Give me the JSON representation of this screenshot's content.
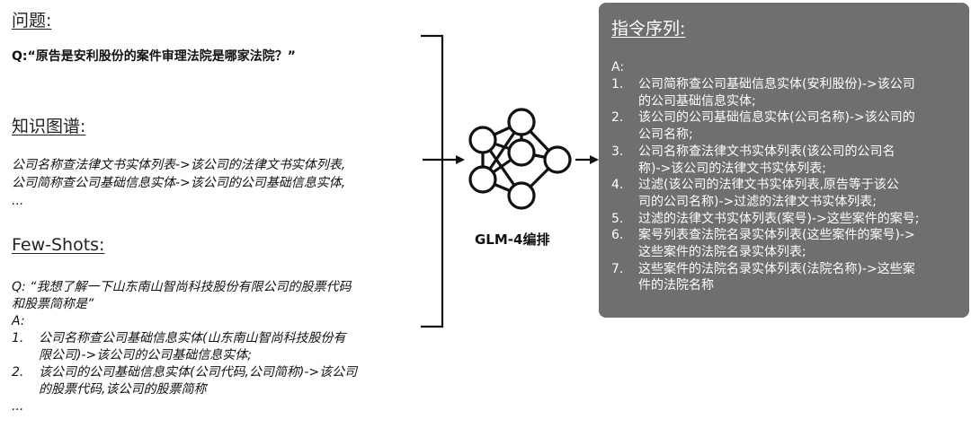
{
  "left": {
    "question_heading": "问题:",
    "question": "Q:“原告是安利股份的案件审理法院是哪家法院？”",
    "kg_heading": "知识图谱:",
    "kg_lines": [
      "公司名称查法律文书实体列表->该公司的法律文书实体列表,",
      "公司简称查公司基础信息实体->该公司的公司基础信息实体,",
      "..."
    ],
    "fewshot_heading": "Few-Shots:",
    "fewshot_q_line1": "Q: “我想了解一下山东南山智尚科技股份有限公司的股票代码",
    "fewshot_q_line2": "和股票简称是”",
    "fewshot_a": "A:",
    "fewshot_items": [
      {
        "num": "1.",
        "lines": [
          "公司名称查公司基础信息实体(山东南山智尚科技股份有",
          "限公司)->该公司的公司基础信息实体;"
        ]
      },
      {
        "num": "2.",
        "lines": [
          "该公司的公司基础信息实体(公司代码,公司简称)->该公司",
          "的股票代码,该公司的股票简称"
        ]
      }
    ],
    "fewshot_ellipsis": "..."
  },
  "model": {
    "label": "GLM-4编排",
    "icon": "neural-network-icon"
  },
  "panel": {
    "title": "指令序列:",
    "a": "A:",
    "background": "#6f6f6f",
    "items": [
      {
        "num": "1.",
        "lines": [
          "公司简称查公司基础信息实体(安利股份)->该公司",
          "的公司基础信息实体;"
        ]
      },
      {
        "num": "2.",
        "lines": [
          "该公司的公司基础信息实体(公司名称)->该公司的",
          "公司名称;"
        ]
      },
      {
        "num": "3.",
        "lines": [
          "公司名称查法律文书实体列表(该公司的公司名",
          "称)->该公司的法律文书实体列表;"
        ]
      },
      {
        "num": "4.",
        "lines": [
          "过滤(该公司的法律文书实体列表,原告等于该公",
          "司的公司名称)->过滤的法律文书实体列表;"
        ]
      },
      {
        "num": "5.",
        "lines": [
          "过滤的法律文书实体列表(案号)->这些案件的案号;"
        ]
      },
      {
        "num": "6.",
        "lines": [
          "案号列表查法院名录实体列表(这些案件的案号)->",
          "这些案件的法院名录实体列表;"
        ]
      },
      {
        "num": "7.",
        "lines": [
          "这些案件的法院名录实体列表(法院名称)->这些案",
          "件的法院名称"
        ]
      }
    ]
  }
}
